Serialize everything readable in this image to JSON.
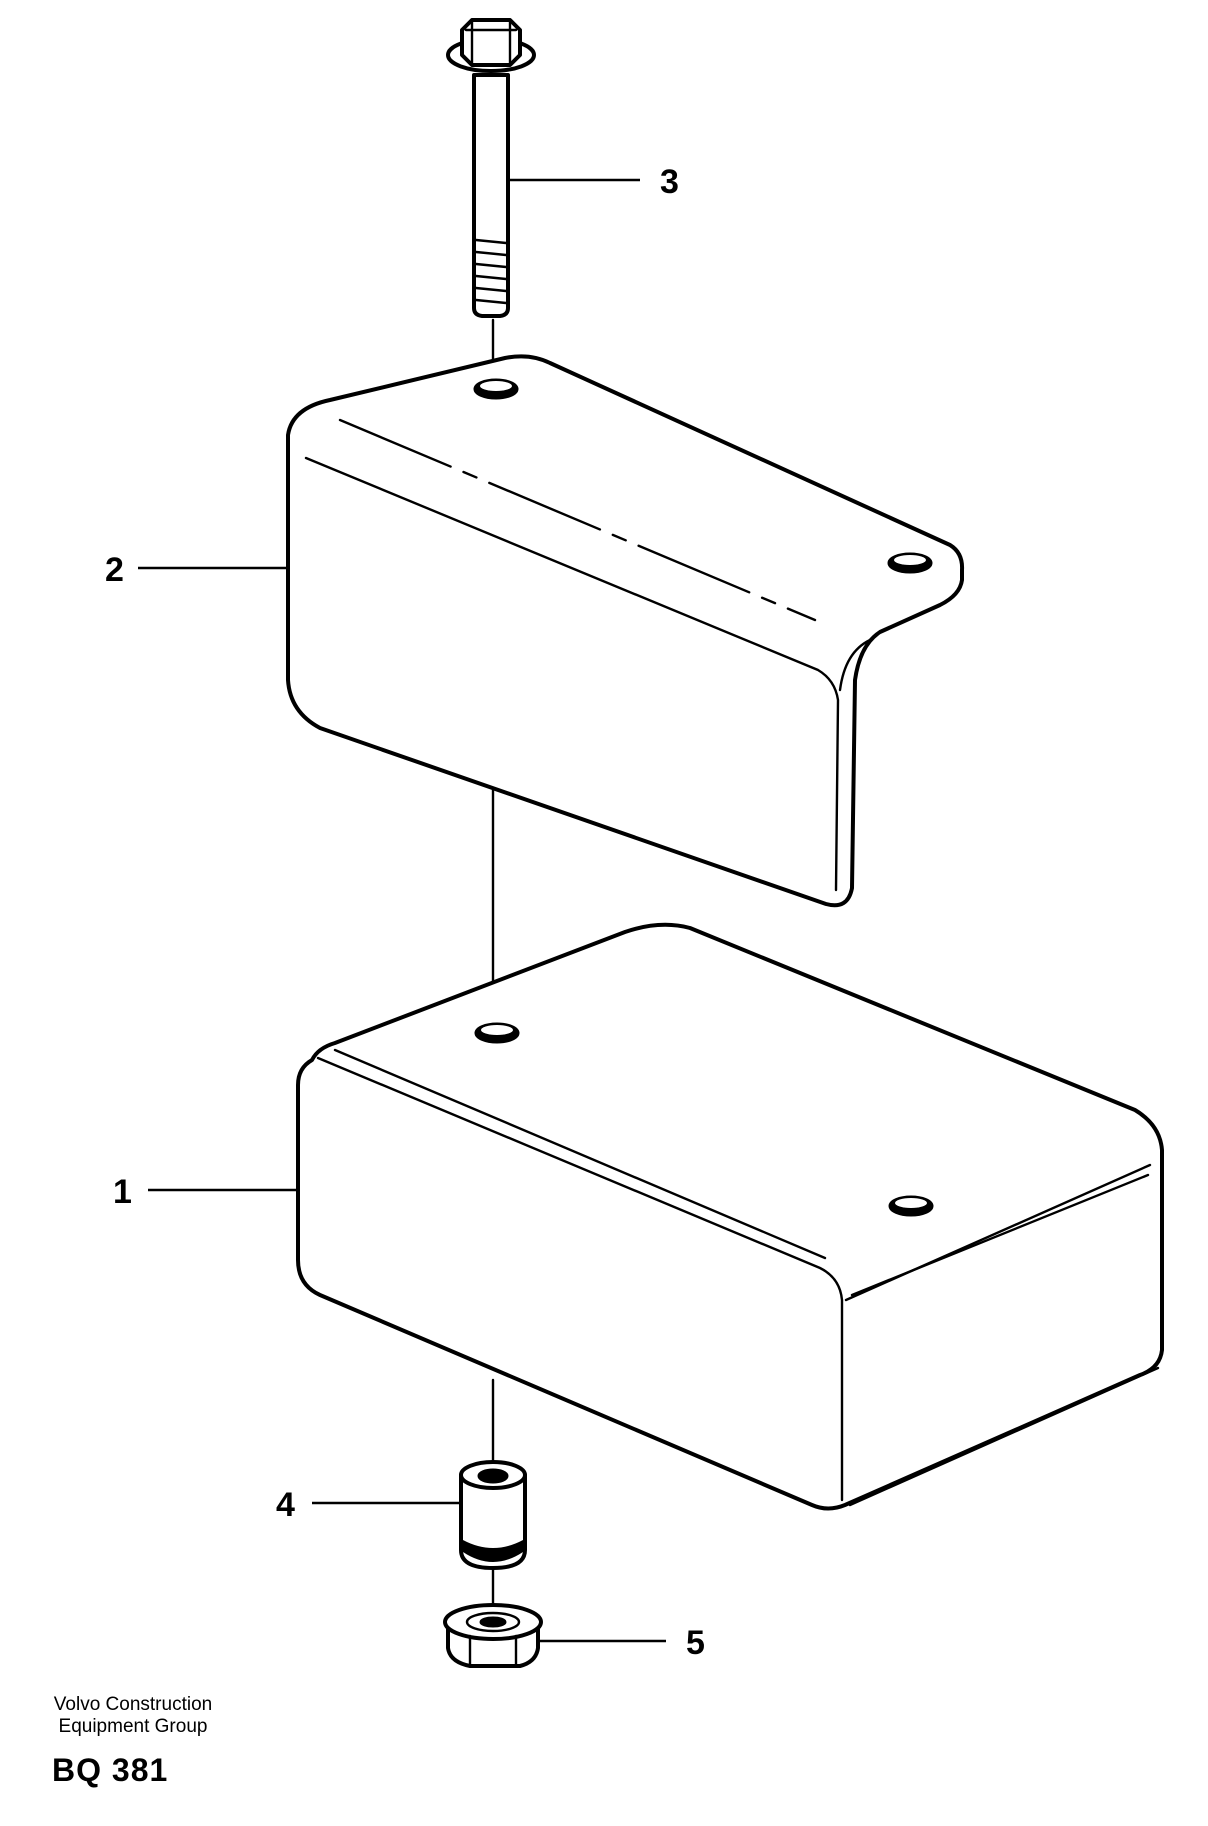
{
  "callouts": [
    {
      "number": "1",
      "part": "box"
    },
    {
      "number": "2",
      "part": "angled bracket cover"
    },
    {
      "number": "3",
      "part": "flange bolt"
    },
    {
      "number": "4",
      "part": "spacer sleeve"
    },
    {
      "number": "5",
      "part": "flange nut"
    }
  ],
  "footer": {
    "line1": "Volvo Construction",
    "line2": "Equipment Group",
    "code": "BQ 381"
  }
}
